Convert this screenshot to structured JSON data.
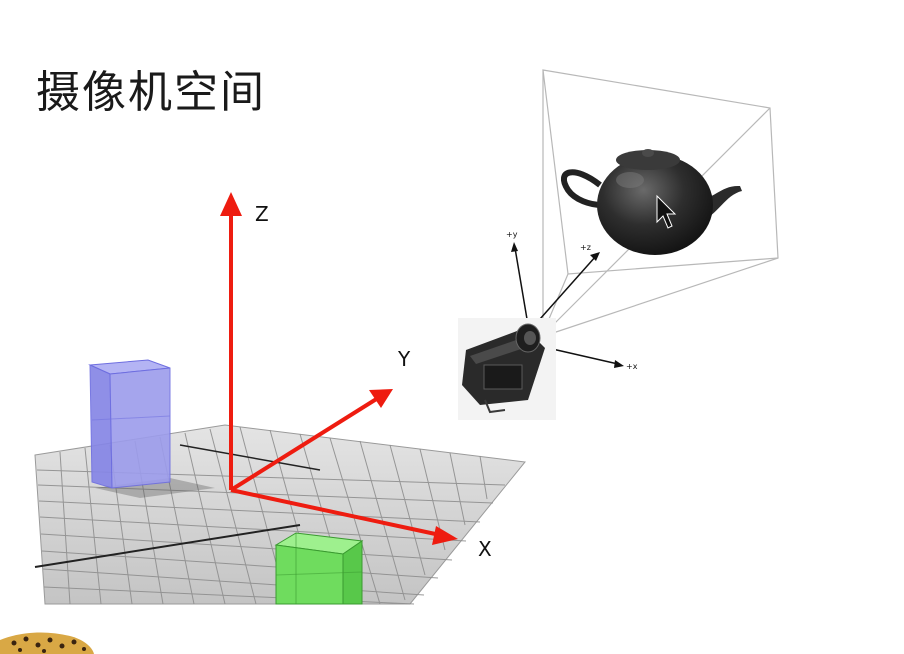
{
  "slide": {
    "title": "摄像机空间"
  },
  "world_axes": {
    "x_label": "X",
    "y_label": "Y",
    "z_label": "Z",
    "color": "#ee1c10"
  },
  "camera_axes": {
    "y_label": "+y",
    "z_label": "+z",
    "x_label": "+x"
  },
  "colors": {
    "blue_box": "#8c8cf0",
    "green_box": "#6fdc5e",
    "grid_floor": "#d2d2d2",
    "teapot": "#2b2b2b"
  }
}
